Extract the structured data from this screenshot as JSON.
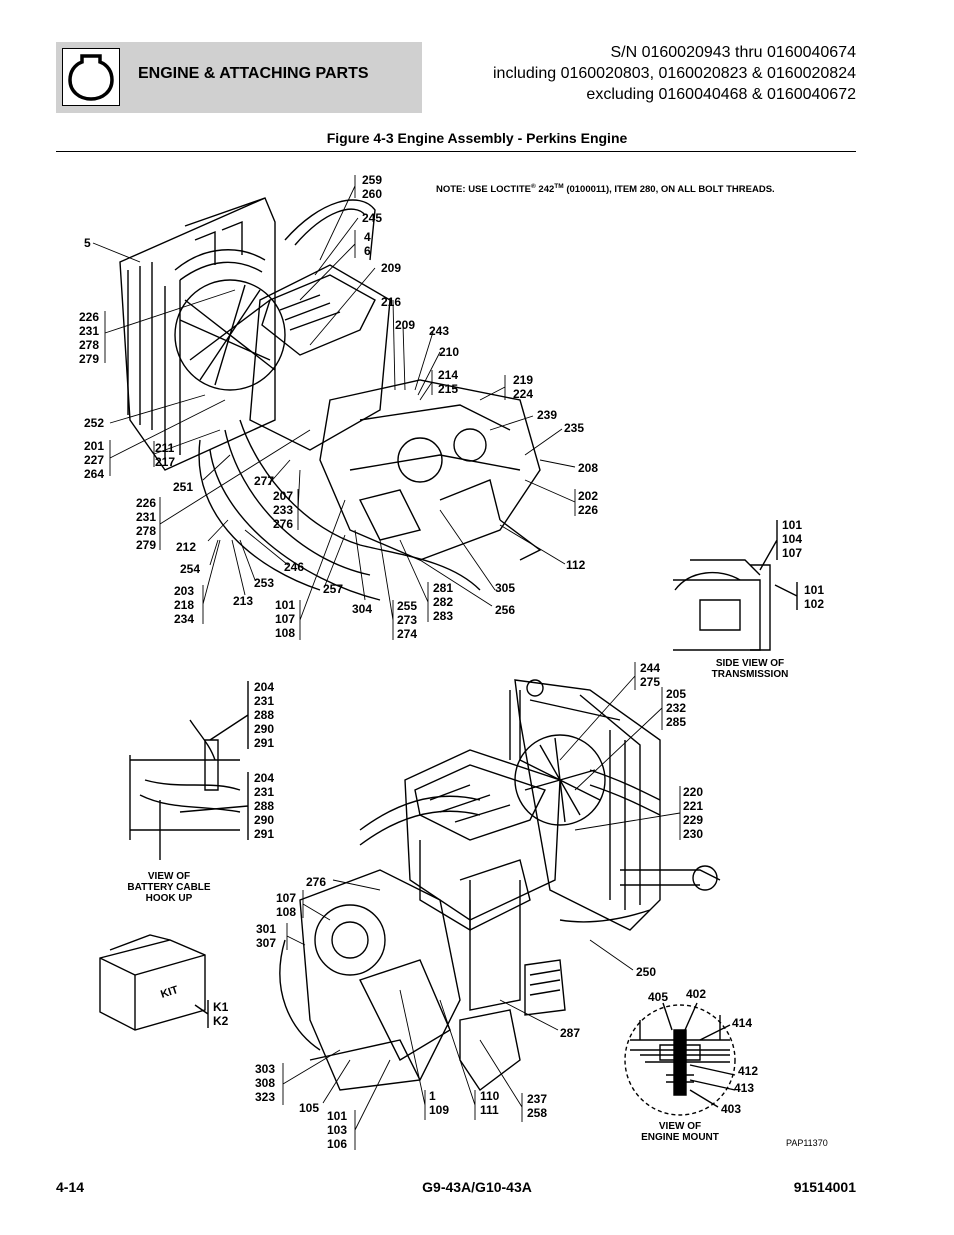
{
  "header": {
    "section_title": "ENGINE & ATTACHING PARTS",
    "serial_lines": [
      "S/N 0160020943 thru 0160040674",
      "including 0160020803, 0160020823 & 0160020824",
      "excluding 0160040468 & 0160040672"
    ],
    "figure_title": "Figure 4-3 Engine Assembly - Perkins Engine"
  },
  "note": {
    "prefix": "NOTE: USE LOCTITE",
    "sup1": "®",
    "mid": " 242",
    "sup2": "TM",
    "suffix": " (0100011), ITEM 280, ON ALL BOLT THREADS."
  },
  "callouts": {
    "c259": "259\n260",
    "c245": "245",
    "c5": "5",
    "c4": "4\n6",
    "c209a": "209",
    "c216": "216",
    "c209b": "209",
    "c243": "243",
    "c210": "210",
    "c214": "214\n215",
    "c219": "219\n224",
    "c239": "239",
    "c235": "235",
    "c226a": "226\n231\n278\n279",
    "c252": "252",
    "c201": "201\n227\n264",
    "c211": "211\n217",
    "c251": "251",
    "c277": "277",
    "c207": "207\n233\n276",
    "c208": "208",
    "c202": "202\n226",
    "c226b": "226\n231\n278\n279",
    "c212": "212",
    "c254": "254",
    "c246": "246",
    "c253": "253",
    "c203": "203\n218\n234",
    "c213": "213",
    "c101a": "101\n107\n108",
    "c257": "257",
    "c304": "304",
    "c255": "255\n273\n274",
    "c281": "281\n282\n283",
    "c305": "305",
    "c256": "256",
    "c112": "112",
    "c101b": "101\n104\n107",
    "c101c": "101\n102",
    "c244": "244\n275",
    "c205": "205\n232\n285",
    "c204a": "204\n231\n288\n290\n291",
    "c204b": "204\n231\n288\n290\n291",
    "c220": "220\n221\n229\n230",
    "c276": "276",
    "c107": "107\n108",
    "c301": "301\n307",
    "c250": "250",
    "c405": "405",
    "c402": "402",
    "c414": "414",
    "c287": "287",
    "c412": "412",
    "c413": "413",
    "c403": "403",
    "cK1": "K1\nK2",
    "c303": "303\n308\n323",
    "c105": "105",
    "c101d": "101\n103\n106",
    "c1": "1\n109",
    "c110": "110\n111",
    "c237": "237\n258"
  },
  "captions": {
    "side_view": "SIDE VIEW OF\nTRANSMISSION",
    "battery_view": "VIEW OF\nBATTERY CABLE\nHOOK UP",
    "engine_mount_view": "VIEW OF\nENGINE MOUNT",
    "kit_label": "KIT"
  },
  "image_id": "PAP11370",
  "footer": {
    "page": "4-14",
    "model": "G9-43A/G10-43A",
    "doc_number": "91514001"
  }
}
